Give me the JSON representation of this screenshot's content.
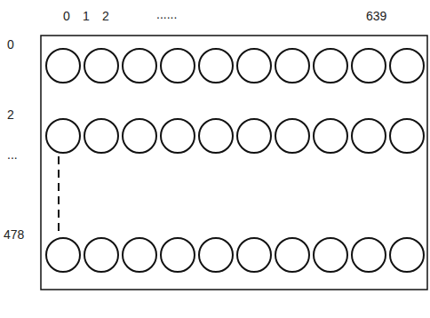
{
  "diagram": {
    "labels": [
      "0",
      "1",
      "2",
      "......",
      "639",
      "0",
      "2",
      "...",
      "478"
    ]
  }
}
